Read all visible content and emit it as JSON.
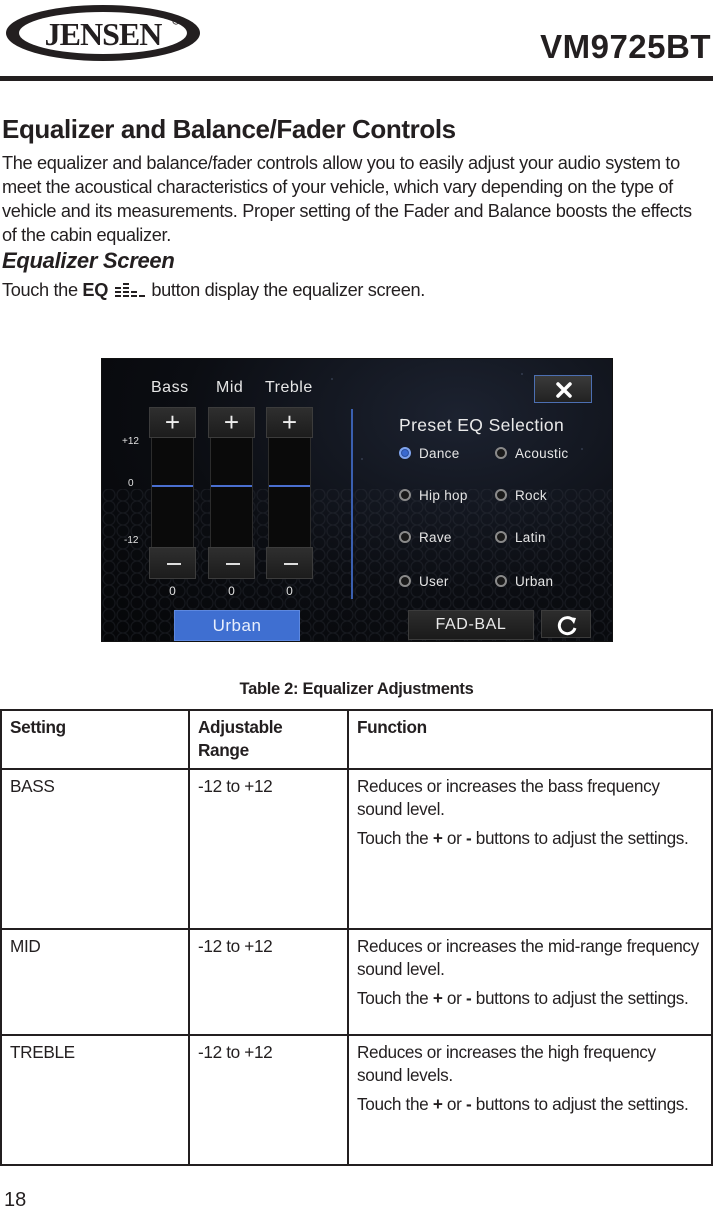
{
  "header": {
    "brand": "JENSEN",
    "model": "VM9725BT"
  },
  "section": {
    "title": "Equalizer and Balance/Fader Controls",
    "intro": "The equalizer and balance/fader controls allow you to easily adjust your audio system to meet the acoustical characteristics of your vehicle, which vary depending on the type of vehicle and its measurements. Proper setting of the Fader and Balance boosts the effects of the cabin equalizer.",
    "subtitle": "Equalizer Screen",
    "touch_prefix": "Touch the ",
    "touch_bold": "EQ",
    "touch_icon": "equalizer-bars-icon",
    "touch_suffix": " button display the equalizer screen."
  },
  "screen": {
    "bands": [
      {
        "label": "Bass",
        "value": "0"
      },
      {
        "label": "Mid",
        "value": "0"
      },
      {
        "label": "Treble",
        "value": "0"
      }
    ],
    "scale": {
      "top": "+12",
      "mid": "0",
      "bottom": "-12"
    },
    "plus_label": "+",
    "current_preset_button": "Urban",
    "preset_title": "Preset EQ Selection",
    "presets": [
      {
        "label": "Dance",
        "selected": true
      },
      {
        "label": "Acoustic",
        "selected": false
      },
      {
        "label": "Hip hop",
        "selected": false
      },
      {
        "label": "Rock",
        "selected": false
      },
      {
        "label": "Rave",
        "selected": false
      },
      {
        "label": "Latin",
        "selected": false
      },
      {
        "label": "User",
        "selected": false
      },
      {
        "label": "Urban",
        "selected": false
      }
    ],
    "fadbal_button": "FAD-BAL",
    "close_icon": "close-icon",
    "reset_icon": "refresh-icon",
    "accent_color": "#3f6fd1"
  },
  "table": {
    "caption": "Table 2: Equalizer Adjustments",
    "headers": [
      "Setting",
      "Adjustable Range",
      "Function"
    ],
    "header_range_line1": "Adjustable",
    "header_range_line2": "Range",
    "rows": [
      {
        "setting": "BASS",
        "range": "-12 to +12",
        "function": "Reduces or increases the bass frequency sound level.",
        "hint_prefix": "Touch the ",
        "hint_plus": "+",
        "hint_mid": " or ",
        "hint_minus": "-",
        "hint_suffix": " buttons to adjust the settings."
      },
      {
        "setting": "MID",
        "range": "-12 to +12",
        "function": "Reduces or increases the mid-range frequency sound level.",
        "hint_prefix": "Touch the ",
        "hint_plus": "+",
        "hint_mid": " or ",
        "hint_minus": "-",
        "hint_suffix": " buttons to adjust the settings."
      },
      {
        "setting": "TREBLE",
        "range": "-12 to +12",
        "function": "Reduces or increases the high frequency sound levels.",
        "hint_prefix": "Touch the ",
        "hint_plus": "+",
        "hint_mid": " or ",
        "hint_minus": "-",
        "hint_suffix": " buttons to adjust the settings."
      }
    ]
  },
  "footer": {
    "page_number": "18"
  }
}
